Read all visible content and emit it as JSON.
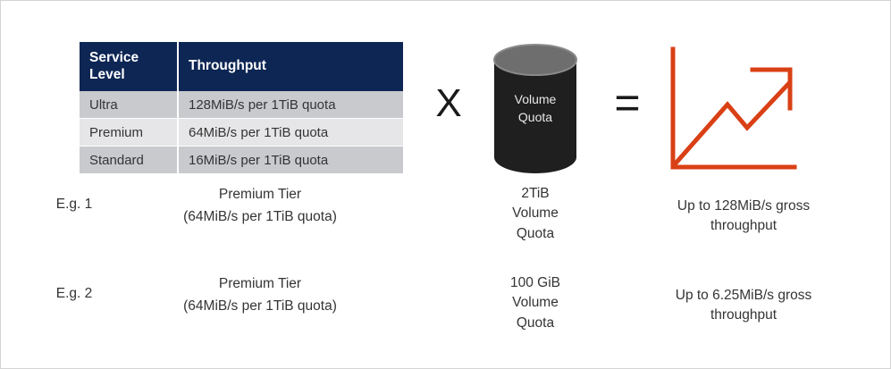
{
  "diagram": {
    "title": "Azure NetApp Files throughput calculation",
    "colors": {
      "table_header_bg": "#0d2654",
      "table_header_text": "#ffffff",
      "row_dark_bg": "#c9cace",
      "row_light_bg": "#e6e6e8",
      "body_text": "#343434",
      "cylinder_body": "#1f1f1f",
      "cylinder_top": "#6e6e6e",
      "cylinder_text": "#e8e8e8",
      "chart_accent": "#d94015",
      "frame_border": "#d4d4d4",
      "page_bg": "#ffffff"
    }
  },
  "table": {
    "headers": {
      "service_level_line1": "Service",
      "service_level_line2": "Level",
      "throughput": "Throughput"
    },
    "rows": [
      {
        "level": "Ultra",
        "throughput": "128MiB/s per 1TiB quota"
      },
      {
        "level": "Premium",
        "throughput": "64MiB/s per 1TiB quota"
      },
      {
        "level": "Standard",
        "throughput": "16MiB/s per 1TiB quota"
      }
    ]
  },
  "operators": {
    "multiply": "X",
    "equals": "="
  },
  "cylinder": {
    "label_line1": "Volume",
    "label_line2": "Quota",
    "icon": "database-cylinder-icon"
  },
  "chart": {
    "icon": "trending-up-chart-icon",
    "accent": "#d94015"
  },
  "examples": [
    {
      "label": "E.g. 1",
      "tier_line1": "Premium Tier",
      "tier_line2": "(64MiB/s per 1TiB quota)",
      "quota_line1": "2TiB",
      "quota_line2": "Volume",
      "quota_line3": "Quota",
      "result_line1": "Up to 128MiB/s gross",
      "result_line2": "throughput"
    },
    {
      "label": "E.g. 2",
      "tier_line1": "Premium Tier",
      "tier_line2": "(64MiB/s per 1TiB quota)",
      "quota_line1": "100 GiB",
      "quota_line2": "Volume",
      "quota_line3": "Quota",
      "result_line1": "Up to 6.25MiB/s gross",
      "result_line2": "throughput"
    }
  ]
}
